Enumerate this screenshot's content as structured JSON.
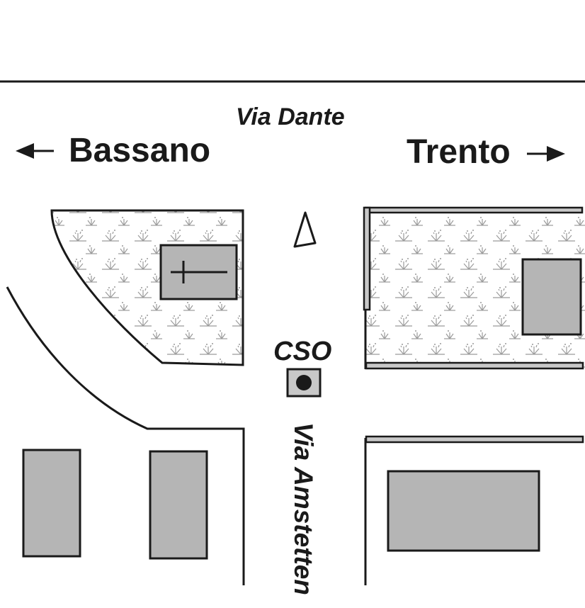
{
  "map": {
    "street_top": "Via Dante",
    "street_vertical": "Via Amstetten",
    "direction_left": "Bassano",
    "direction_right": "Trento",
    "marker_label": "CSO"
  },
  "colors": {
    "line": "#1a1a1a",
    "building_fill": "#b5b5b5",
    "park_symbol": "#9a9a9a",
    "background": "#ffffff"
  },
  "icons": [
    "north-arrow-icon",
    "arrow-left-icon",
    "arrow-right-icon",
    "cross-icon",
    "location-marker-icon"
  ]
}
